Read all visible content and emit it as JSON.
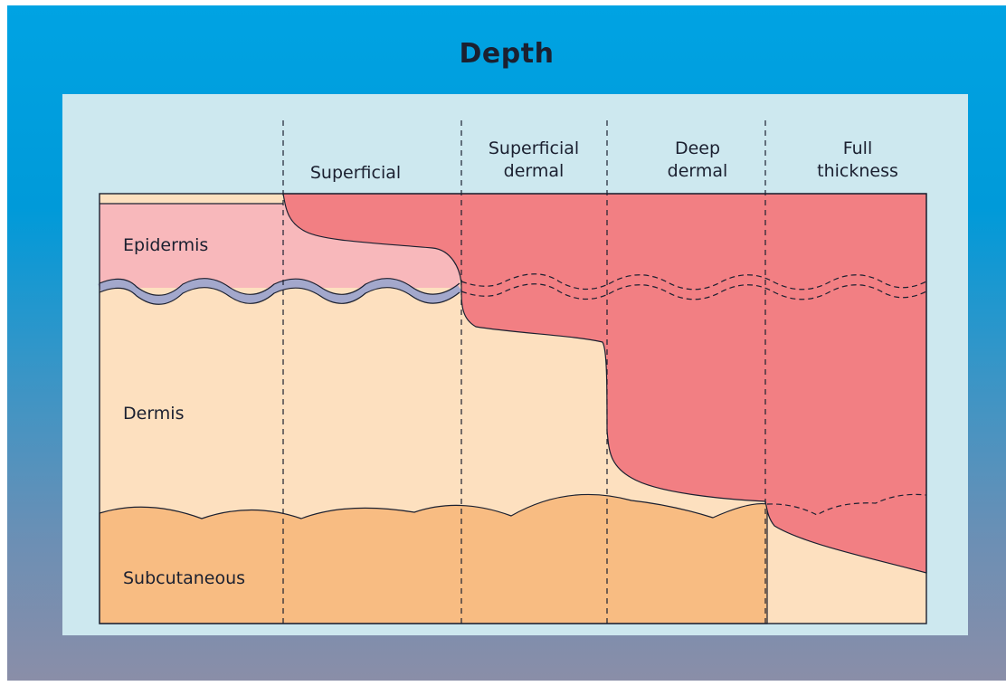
{
  "title": "Depth",
  "columns": [
    {
      "id": "superficial",
      "label": "Superficial"
    },
    {
      "id": "superficial-dermal",
      "label": "Superficial\ndermal"
    },
    {
      "id": "deep-dermal",
      "label": "Deep\ndermal"
    },
    {
      "id": "full-thickness",
      "label": "Full\nthickness"
    }
  ],
  "layers": [
    {
      "id": "epidermis",
      "label": "Epidermis"
    },
    {
      "id": "dermis",
      "label": "Dermis"
    },
    {
      "id": "subcutaneous",
      "label": "Subcutaneous"
    }
  ],
  "colors": {
    "background_top": "#00a3e3",
    "background_bottom": "#8a8ea8",
    "panel": "#cde8ef",
    "epidermis": "#f8b8bb",
    "dermis": "#fde0bf",
    "subcutaneous": "#f8bc82",
    "basement_membrane": "#a3a8cc",
    "burn": "#f27f83",
    "outline": "#1b2030"
  }
}
